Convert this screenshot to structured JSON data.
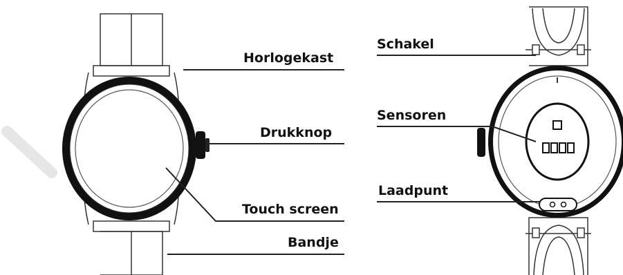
{
  "front_labels": {
    "case": "Horlogekast",
    "button": "Drukknop",
    "screen": "Touch screen",
    "strap": "Bandje"
  },
  "back_labels": {
    "link": "Schakel",
    "sensors": "Sensoren",
    "charging": "Laadpunt"
  }
}
